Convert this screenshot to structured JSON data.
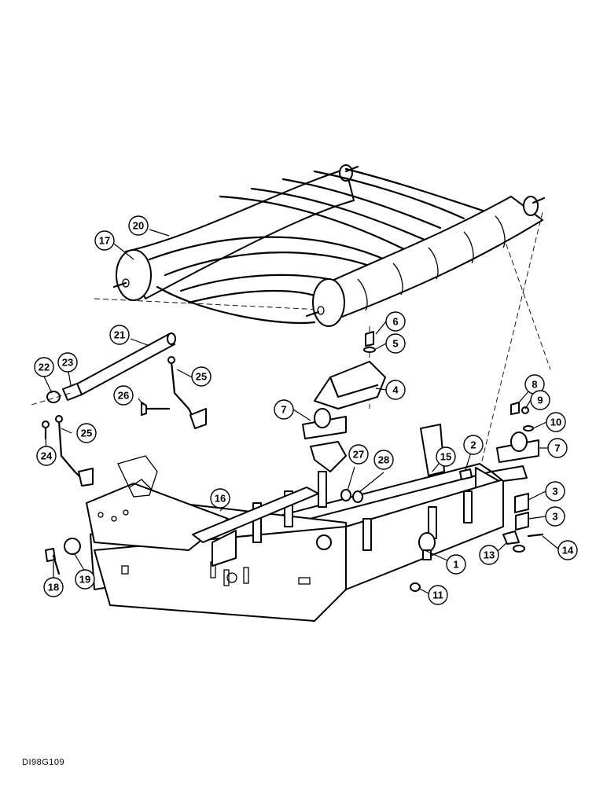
{
  "figure_id": "DI98G109",
  "callouts": [
    {
      "label": "1"
    },
    {
      "label": "2"
    },
    {
      "label": "3"
    },
    {
      "label": "3"
    },
    {
      "label": "4"
    },
    {
      "label": "5"
    },
    {
      "label": "6"
    },
    {
      "label": "7"
    },
    {
      "label": "7"
    },
    {
      "label": "8"
    },
    {
      "label": "9"
    },
    {
      "label": "10"
    },
    {
      "label": "11"
    },
    {
      "label": "13"
    },
    {
      "label": "14"
    },
    {
      "label": "15"
    },
    {
      "label": "16"
    },
    {
      "label": "17"
    },
    {
      "label": "18"
    },
    {
      "label": "19"
    },
    {
      "label": "20"
    },
    {
      "label": "21"
    },
    {
      "label": "22"
    },
    {
      "label": "23"
    },
    {
      "label": "24"
    },
    {
      "label": "25"
    },
    {
      "label": "25"
    },
    {
      "label": "26"
    },
    {
      "label": "27"
    },
    {
      "label": "28"
    }
  ]
}
